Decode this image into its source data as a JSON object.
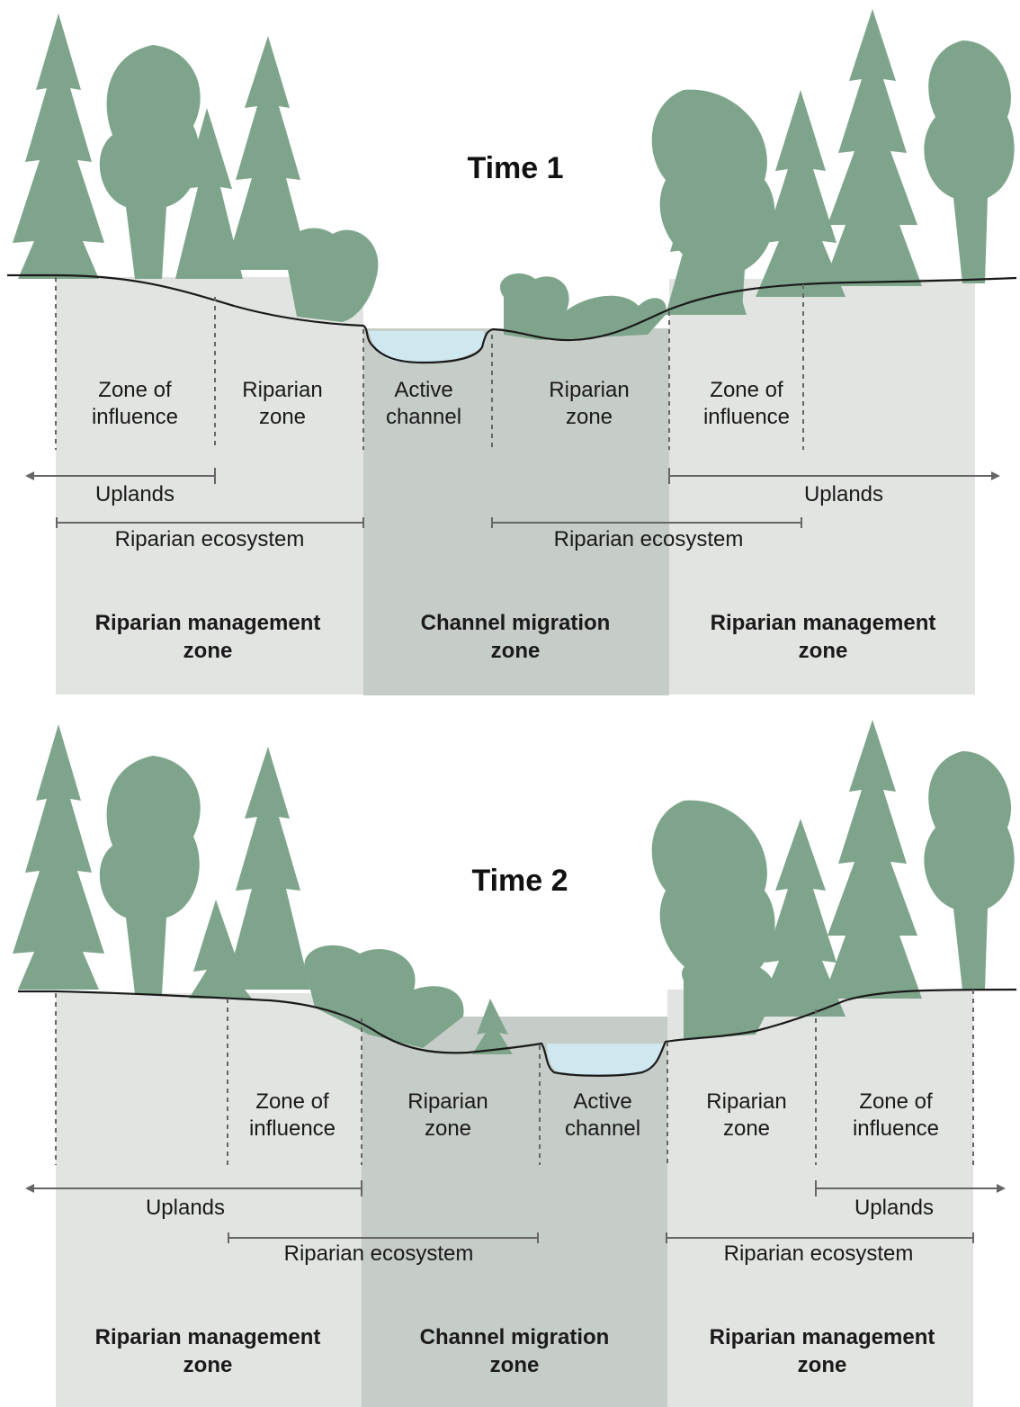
{
  "colors": {
    "tree": "#7ea58b",
    "zone_light": "#e1e4e0",
    "zone_dark": "#c6ccc7",
    "water": "#cfe8ef",
    "line": "#666666",
    "ground_line": "#1a1a1a"
  },
  "panel1": {
    "title": "Time 1",
    "zones": [
      {
        "line1": "Zone of",
        "line2": "influence"
      },
      {
        "line1": "Riparian",
        "line2": "zone"
      },
      {
        "line1": "Active",
        "line2": "channel"
      },
      {
        "line1": "Riparian",
        "line2": "zone"
      },
      {
        "line1": "Zone of",
        "line2": "influence"
      }
    ],
    "uplands_left": "Uplands",
    "uplands_right": "Uplands",
    "ecosystem_left": "Riparian ecosystem",
    "ecosystem_right": "Riparian ecosystem",
    "management": [
      {
        "line1": "Riparian management",
        "line2": "zone"
      },
      {
        "line1": "Channel migration",
        "line2": "zone"
      },
      {
        "line1": "Riparian management",
        "line2": "zone"
      }
    ]
  },
  "panel2": {
    "title": "Time 2",
    "zones": [
      {
        "line1": "Zone of",
        "line2": "influence"
      },
      {
        "line1": "Riparian",
        "line2": "zone"
      },
      {
        "line1": "Active",
        "line2": "channel"
      },
      {
        "line1": "Riparian",
        "line2": "zone"
      },
      {
        "line1": "Zone of",
        "line2": "influence"
      }
    ],
    "uplands_left": "Uplands",
    "uplands_right": "Uplands",
    "ecosystem_left": "Riparian ecosystem",
    "ecosystem_right": "Riparian ecosystem",
    "management": [
      {
        "line1": "Riparian management",
        "line2": "zone"
      },
      {
        "line1": "Channel migration",
        "line2": "zone"
      },
      {
        "line1": "Riparian management",
        "line2": "zone"
      }
    ]
  }
}
